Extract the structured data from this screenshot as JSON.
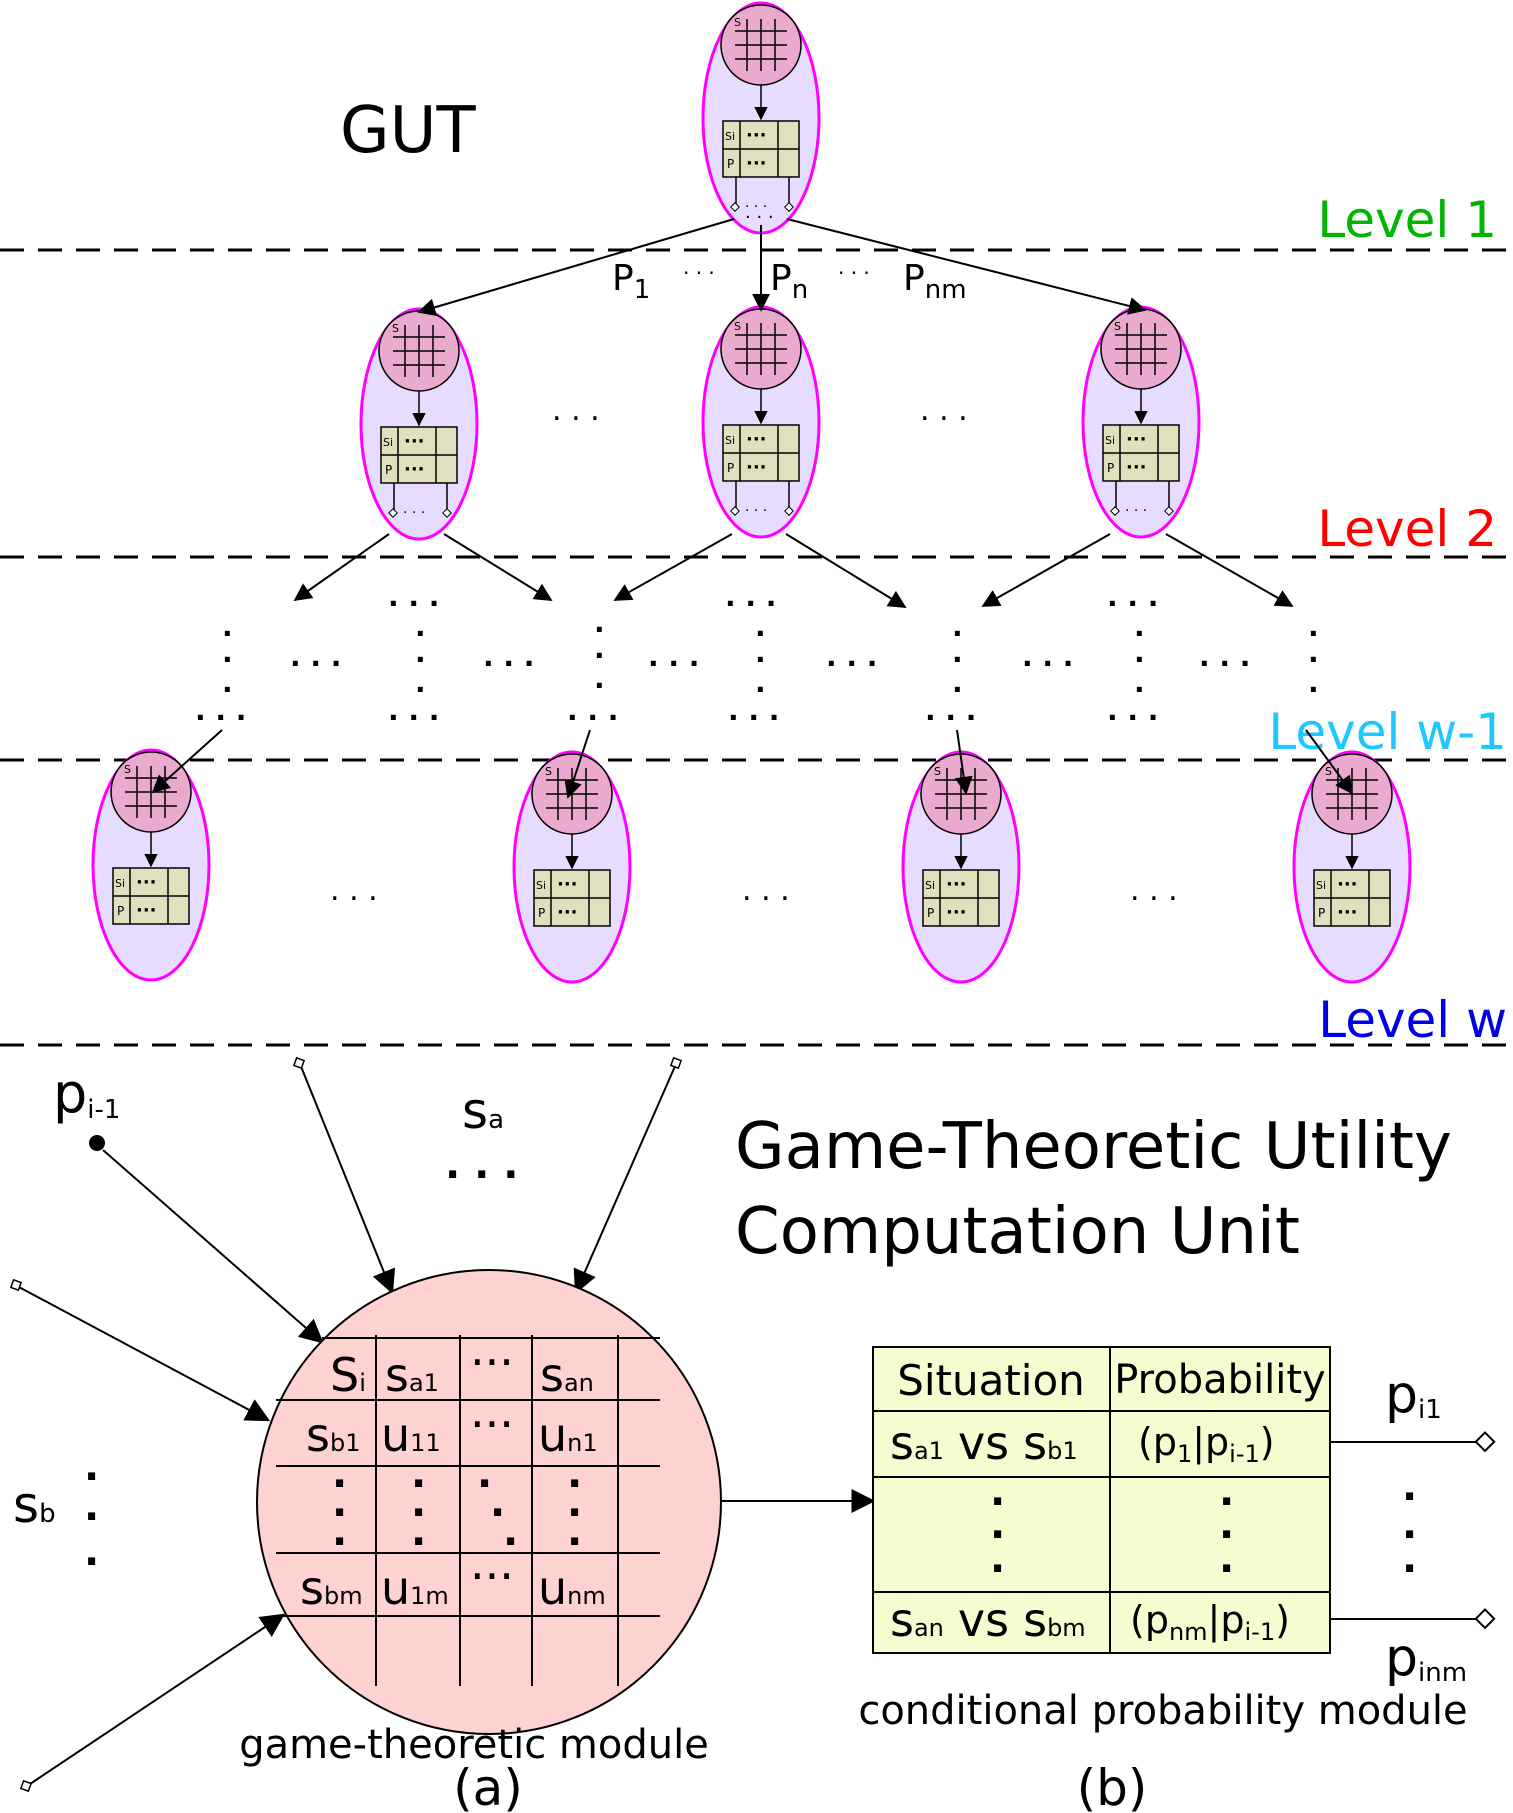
{
  "top": {
    "title": "GUT",
    "edge_labels": [
      "P",
      "1",
      "P",
      "n",
      "P",
      "nm"
    ],
    "levels": [
      {
        "label": "Level 1",
        "color": "#00b400"
      },
      {
        "label": "Level 2",
        "color": "#ff0000"
      },
      {
        "label": "Level w-1",
        "color": "#1ec8ff"
      },
      {
        "label": "Level w",
        "color": "#0000e6"
      }
    ],
    "node": {
      "circle_label": "S",
      "row1_label": "Si",
      "row2_label": "P",
      "dots": "···",
      "ellipse_fill": "#e6dcff",
      "ellipse_stroke": "#ff00ff",
      "circle_fill": "#eaaacd",
      "table_fill": "#e0e0bf"
    }
  },
  "unit": {
    "title_line1": "Game-Theoretic Utility",
    "title_line2": "Computation Unit",
    "inputs": {
      "p_prev": "p",
      "p_prev_sub": "i-1",
      "sa": "s",
      "sa_sub": "a",
      "sb": "s",
      "sb_sub": "b"
    },
    "game_module": {
      "label": "game-theoretic module",
      "panel": "(a)",
      "fill": "#ffd2d2",
      "matrix": {
        "corner": [
          "S",
          "i"
        ],
        "col_headers": [
          [
            "s",
            "a1"
          ],
          [
            "···",
            ""
          ],
          [
            "s",
            "an"
          ]
        ],
        "row_headers": [
          [
            "s",
            "b1"
          ],
          [
            "s",
            "bm"
          ]
        ],
        "row1": [
          [
            "u",
            "11"
          ],
          [
            "···",
            ""
          ],
          [
            "u",
            "n1"
          ]
        ],
        "rowm": [
          [
            "u",
            "1m"
          ],
          [
            "···",
            ""
          ],
          [
            "u",
            "nm"
          ]
        ]
      }
    },
    "prob_module": {
      "label": "conditional probability module",
      "panel": "(b)",
      "fill": "#f4fcd0",
      "headers": [
        "Situation",
        "Probability"
      ],
      "row1": {
        "s1": "s",
        "s1_sub": "a1",
        "vs": "vs",
        "s2": "s",
        "s2_sub": "b1",
        "p_open": "(p",
        "p_sub": "1",
        "p_mid": "|p",
        "p_sub2": "i-1",
        "p_close": ")"
      },
      "row2": {
        "s1": "s",
        "s1_sub": "an",
        "vs": "vs",
        "s2": "s",
        "s2_sub": "bm",
        "p_open": "(p",
        "p_sub": "nm",
        "p_mid": "|p",
        "p_sub2": "i-1",
        "p_close": ")"
      },
      "outputs": [
        {
          "p": "p",
          "sub": "i1"
        },
        {
          "p": "p",
          "sub": "inm"
        }
      ]
    }
  }
}
